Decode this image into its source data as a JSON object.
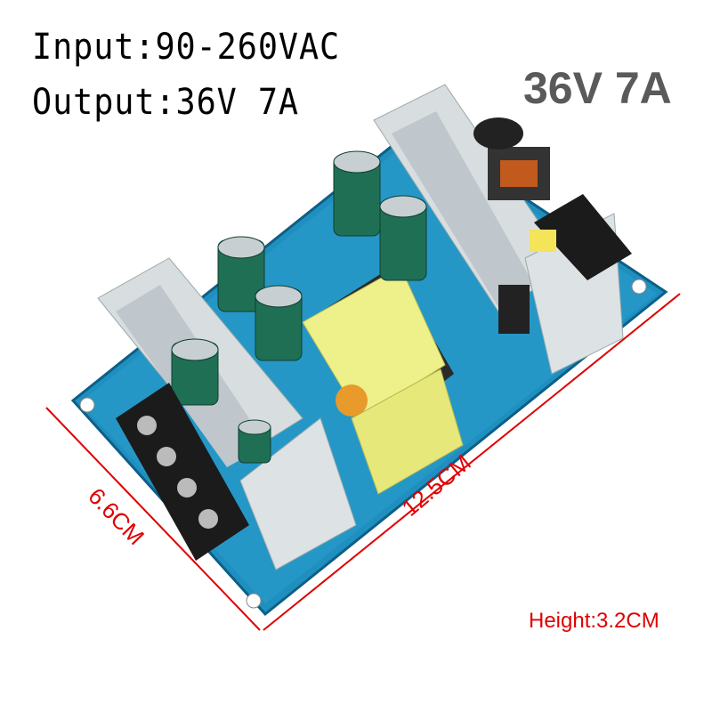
{
  "specs": {
    "input": "Input:90-260VAC",
    "output": "Output:36V 7A"
  },
  "badge": "36V 7A",
  "dimensions": {
    "width": "6.6CM",
    "length": "12.5CM",
    "height": "Height:3.2CM"
  },
  "colors": {
    "dimension": "#e00000",
    "pcb": "#1f8fc0",
    "badge": "#5a5a5a",
    "transformer": "#eef08a",
    "capacitor": "#1f6f55"
  }
}
